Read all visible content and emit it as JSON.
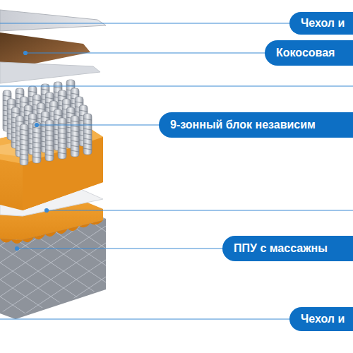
{
  "diagram": {
    "nodes": [
      {
        "text": [
          "Чехол и"
        ]
      },
      {
        "text": [
          "Кокосовая"
        ]
      },
      {
        "text": [
          "9-зонный блок независим"
        ]
      },
      {
        "text": [
          "ППУ с массажны"
        ]
      },
      {
        "text": [
          "Чехол и"
        ]
      }
    ]
  }
}
